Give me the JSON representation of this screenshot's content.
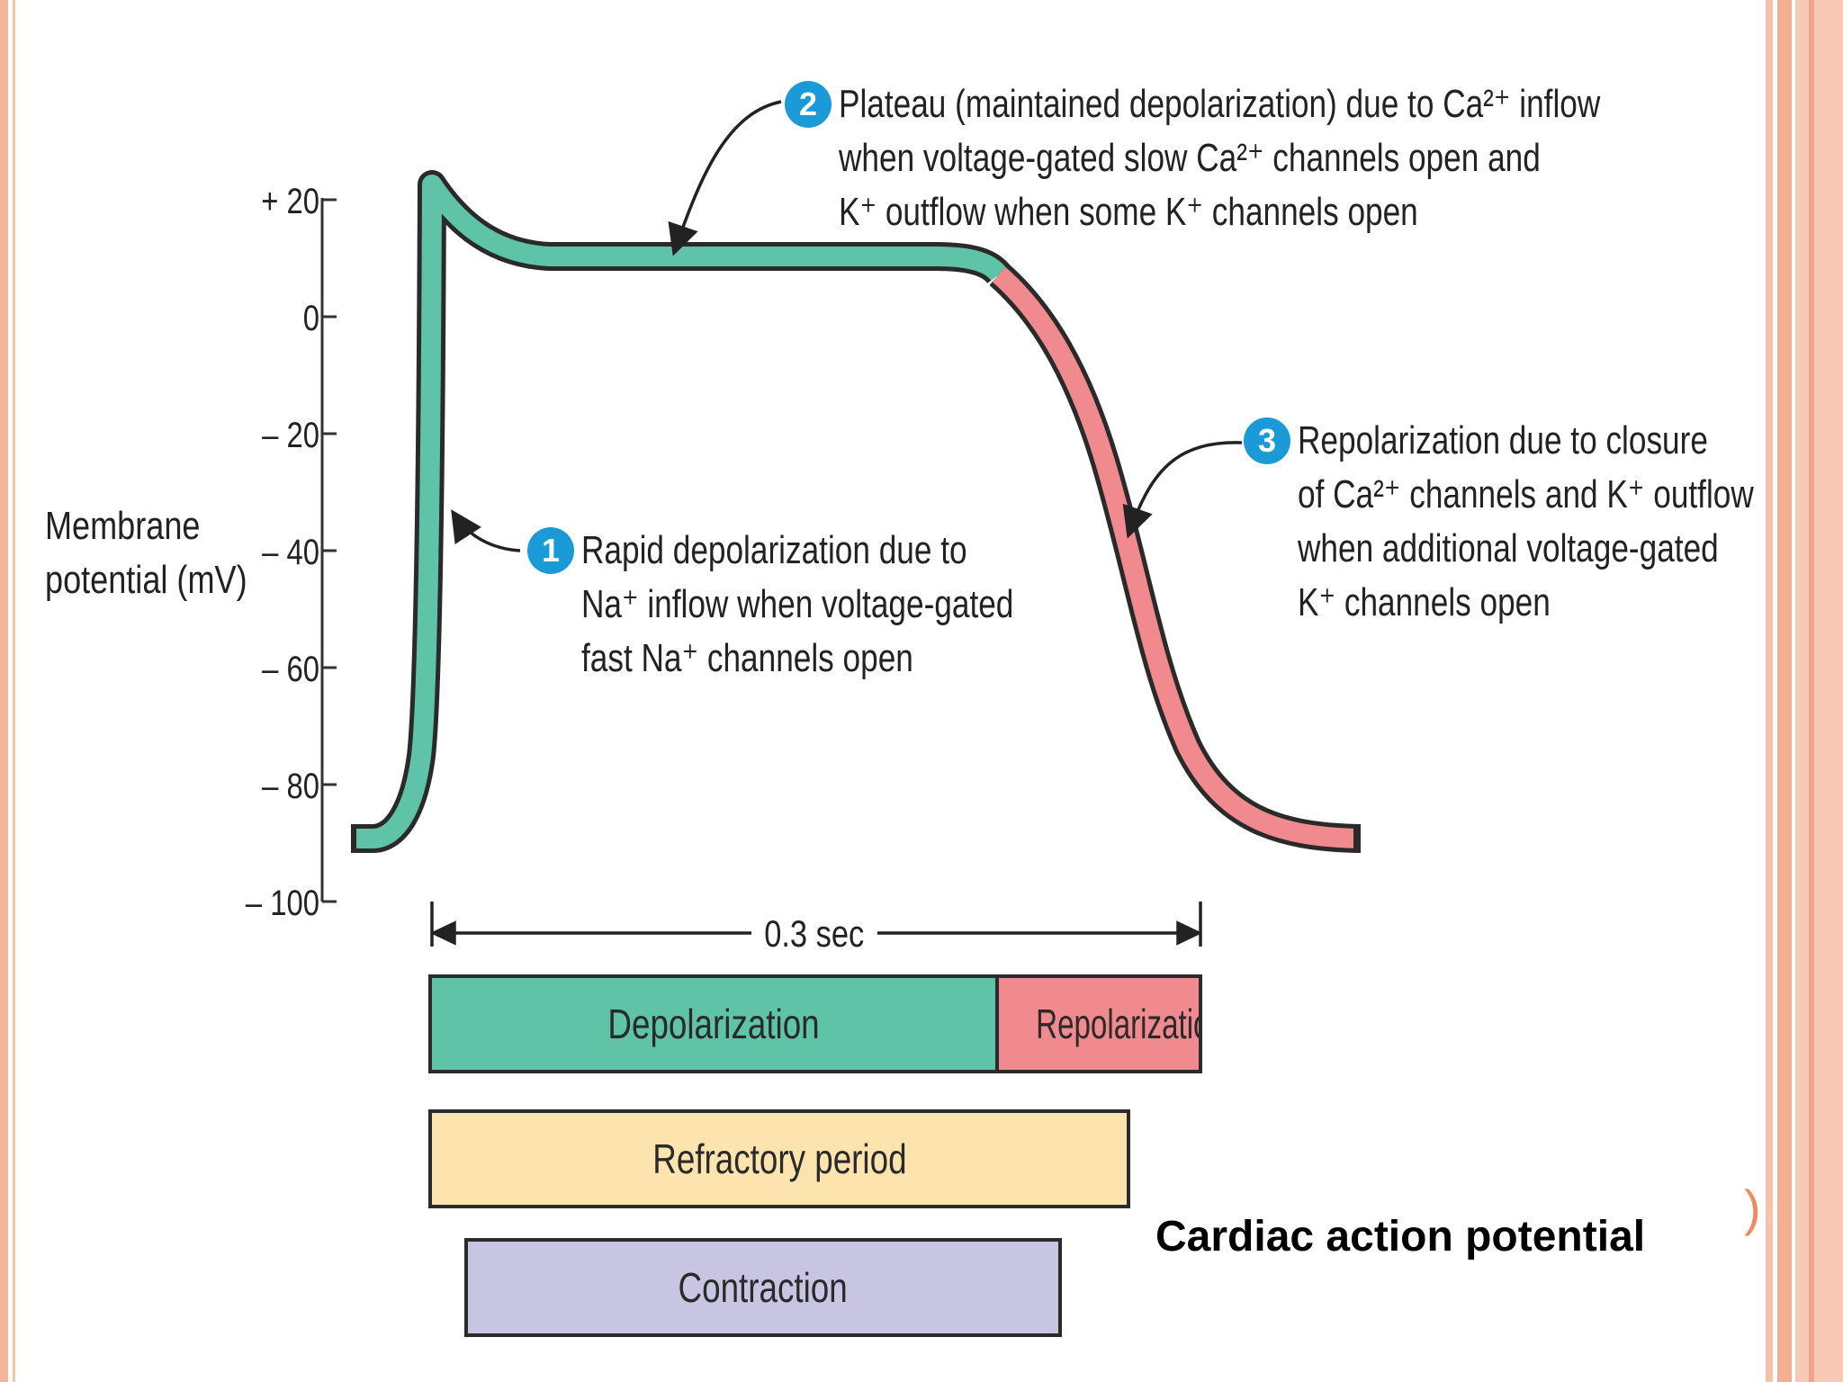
{
  "diagram": {
    "y_axis": {
      "label": "Membrane\npotential (mV)",
      "ticks": [
        "+ 20",
        "0",
        "– 20",
        "– 40",
        "– 60",
        "– 80",
        "– 100"
      ]
    },
    "callouts": [
      {
        "number": "1",
        "lines": [
          "Rapid depolarization due to",
          "Na⁺ inflow when voltage-gated",
          "fast Na⁺ channels open"
        ]
      },
      {
        "number": "2",
        "lines": [
          "Plateau (maintained depolarization) due to Ca²⁺ inflow",
          "when voltage-gated slow Ca²⁺ channels open and",
          "K⁺ outflow when some K⁺ channels open"
        ]
      },
      {
        "number": "3",
        "lines": [
          "Repolarization due to closure",
          "of Ca²⁺ channels and K⁺ outflow",
          "when additional voltage-gated",
          "K⁺ channels open"
        ]
      }
    ],
    "duration_label": "0.3 sec",
    "bars": {
      "depolarization": "Depolarization",
      "repolarization": "Repolarization",
      "refractory": "Refractory period",
      "contraction": "Contraction"
    },
    "colors": {
      "depolarization": "#5fc3a8",
      "repolarization": "#f08a8e",
      "refractory": "#fde4ae",
      "contraction": "#c8c5e2",
      "badge": "#1a9ad6"
    }
  },
  "caption": "Cardiac action potential",
  "corner_mark": ")"
}
